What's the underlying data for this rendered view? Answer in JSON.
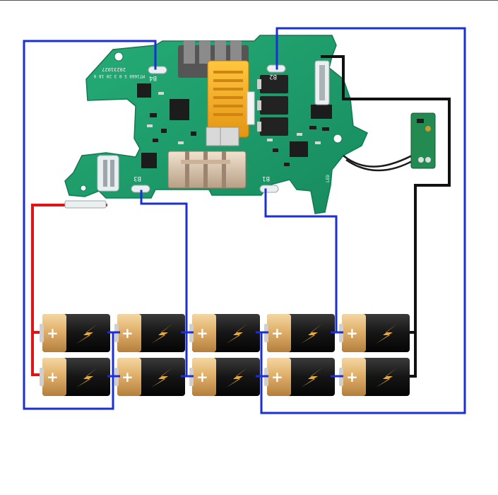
{
  "board": {
    "pad_labels": {
      "b4": "B4",
      "b2": "B2",
      "b3": "B3",
      "b1": "B1"
    },
    "silk_text": {
      "part_number": "20231027",
      "model": "MT1669 5 0 3 20 18 0",
      "led": "LED"
    },
    "colors": {
      "pcb": "#1f9e6c",
      "pcb_dark": "#15805a",
      "connector": "#f5ae1e",
      "wire_balance": "#1a2fd6",
      "wire_positive": "#e01414",
      "wire_negative": "#111111"
    }
  },
  "thermistor": {
    "color": "#238a52"
  },
  "cells": {
    "terminal_symbol": "+",
    "icon": "lightning-bolt-icon",
    "colors": {
      "gold": "#e0b06a",
      "black": "#151515",
      "bolt": "#e6a93a"
    },
    "rows": 2,
    "groups": 5
  }
}
